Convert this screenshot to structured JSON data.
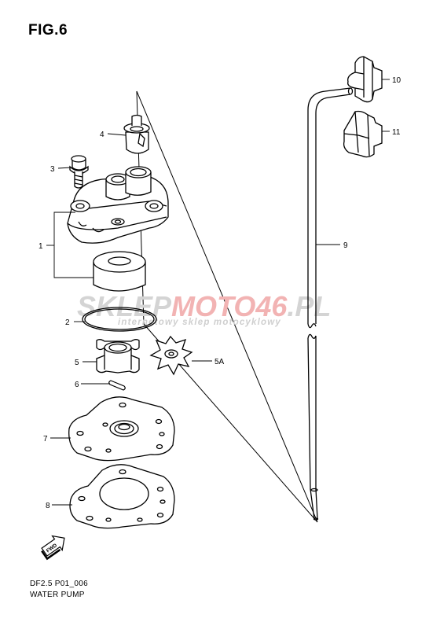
{
  "figure": {
    "title": "FIG.6"
  },
  "callouts": {
    "c1": "1",
    "c2": "2",
    "c3": "3",
    "c4": "4",
    "c5": "5",
    "c5a": "5A",
    "c6": "6",
    "c7": "7",
    "c8": "8",
    "c9": "9",
    "c10": "10",
    "c11": "11"
  },
  "watermark": {
    "part1": "SKLEP",
    "part2": "MOTO",
    "part3": "46",
    "part4": ".PL",
    "subtitle": "internetowy sklep motocyklowy",
    "colors": {
      "grey": "#d4d4d4",
      "red": "#f2b3b3"
    }
  },
  "direction_badge": {
    "label": "FWD",
    "icon": "forward-arrow-icon"
  },
  "footer": {
    "model_code": "DF2.5 P01_006",
    "name": "WATER PUMP"
  }
}
